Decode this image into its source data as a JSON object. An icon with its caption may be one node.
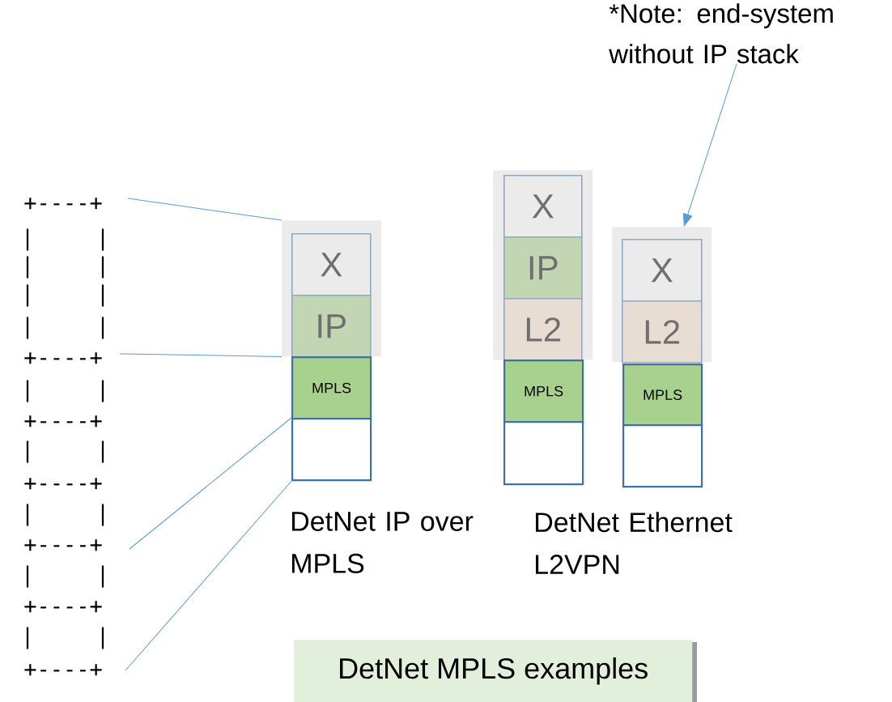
{
  "diagram": {
    "nodes": [
      {
        "text": [],
        "shape": "box"
      },
      {
        "text": [
          "X"
        ],
        "in": 0
      },
      {
        "text": [
          "IP"
        ],
        "in": 0
      },
      {
        "text": [
          "MPLS"
        ]
      },
      {
        "text": [],
        "shape": "box"
      },
      {
        "text": [],
        "shape": "box"
      },
      {
        "text": [
          "X"
        ],
        "in": 5
      },
      {
        "text": [
          "IP"
        ],
        "in": 5
      },
      {
        "text": [
          "L2"
        ],
        "in": 5
      },
      {
        "text": [
          "MPLS"
        ]
      },
      {
        "text": [],
        "shape": "box"
      },
      {
        "text": [],
        "shape": "box"
      },
      {
        "text": [
          "X"
        ],
        "in": 11
      },
      {
        "text": [
          "L2"
        ],
        "in": 11
      },
      {
        "text": [
          "MPLS"
        ]
      },
      {
        "text": [],
        "shape": "box"
      },
      {
        "text": [
          "*Note: end-system without IP stack"
        ]
      },
      {
        "text": [
          "DetNet MPLS examples"
        ]
      }
    ],
    "edges": [
      {
        "from": null,
        "to": 0,
        "arrow": "none"
      },
      {
        "from": null,
        "to": 0,
        "arrow": "none"
      },
      {
        "from": null,
        "to": 4,
        "arrow": "none"
      },
      {
        "from": null,
        "to": 4,
        "arrow": "none"
      },
      {
        "from": 16,
        "to": 11,
        "arrow": "to"
      }
    ],
    "labels": [
      "+----+",
      "|",
      "|",
      "|",
      "|",
      "|",
      "|",
      "|",
      "|",
      "+----+",
      "|",
      "|",
      "+----+",
      "|",
      "|",
      "+----+",
      "|",
      "|",
      "+----+",
      "|",
      "|",
      "+----+",
      "|",
      "|",
      "+----+",
      "DetNet IP over MPLS",
      "DetNet Ethernet L2VPN"
    ]
  }
}
